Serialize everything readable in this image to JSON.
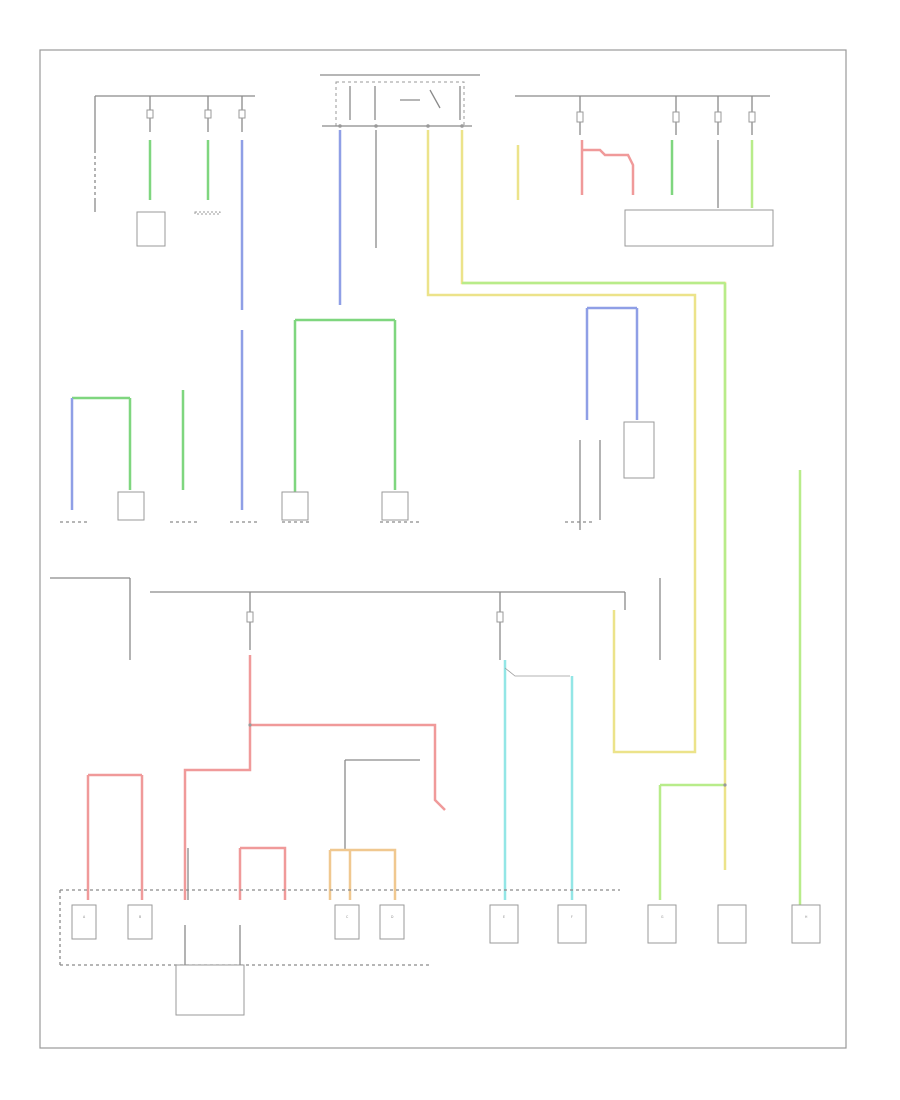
{
  "diagram": {
    "page_label": "",
    "connector_pins": {
      "c1": "A",
      "c2": "B",
      "c3": "C",
      "c4": "D",
      "c5": "E",
      "c6": "F",
      "c7": "G",
      "c8": "H"
    },
    "wire_colors": {
      "green": "#7fd67f",
      "light_green": "#b8ec8a",
      "blue": "#8f9fe6",
      "yellow": "#ece38a",
      "red": "#f09a9a",
      "cyan": "#93e6e6",
      "orange": "#f0c890",
      "gray": "#8a8a8a"
    }
  }
}
